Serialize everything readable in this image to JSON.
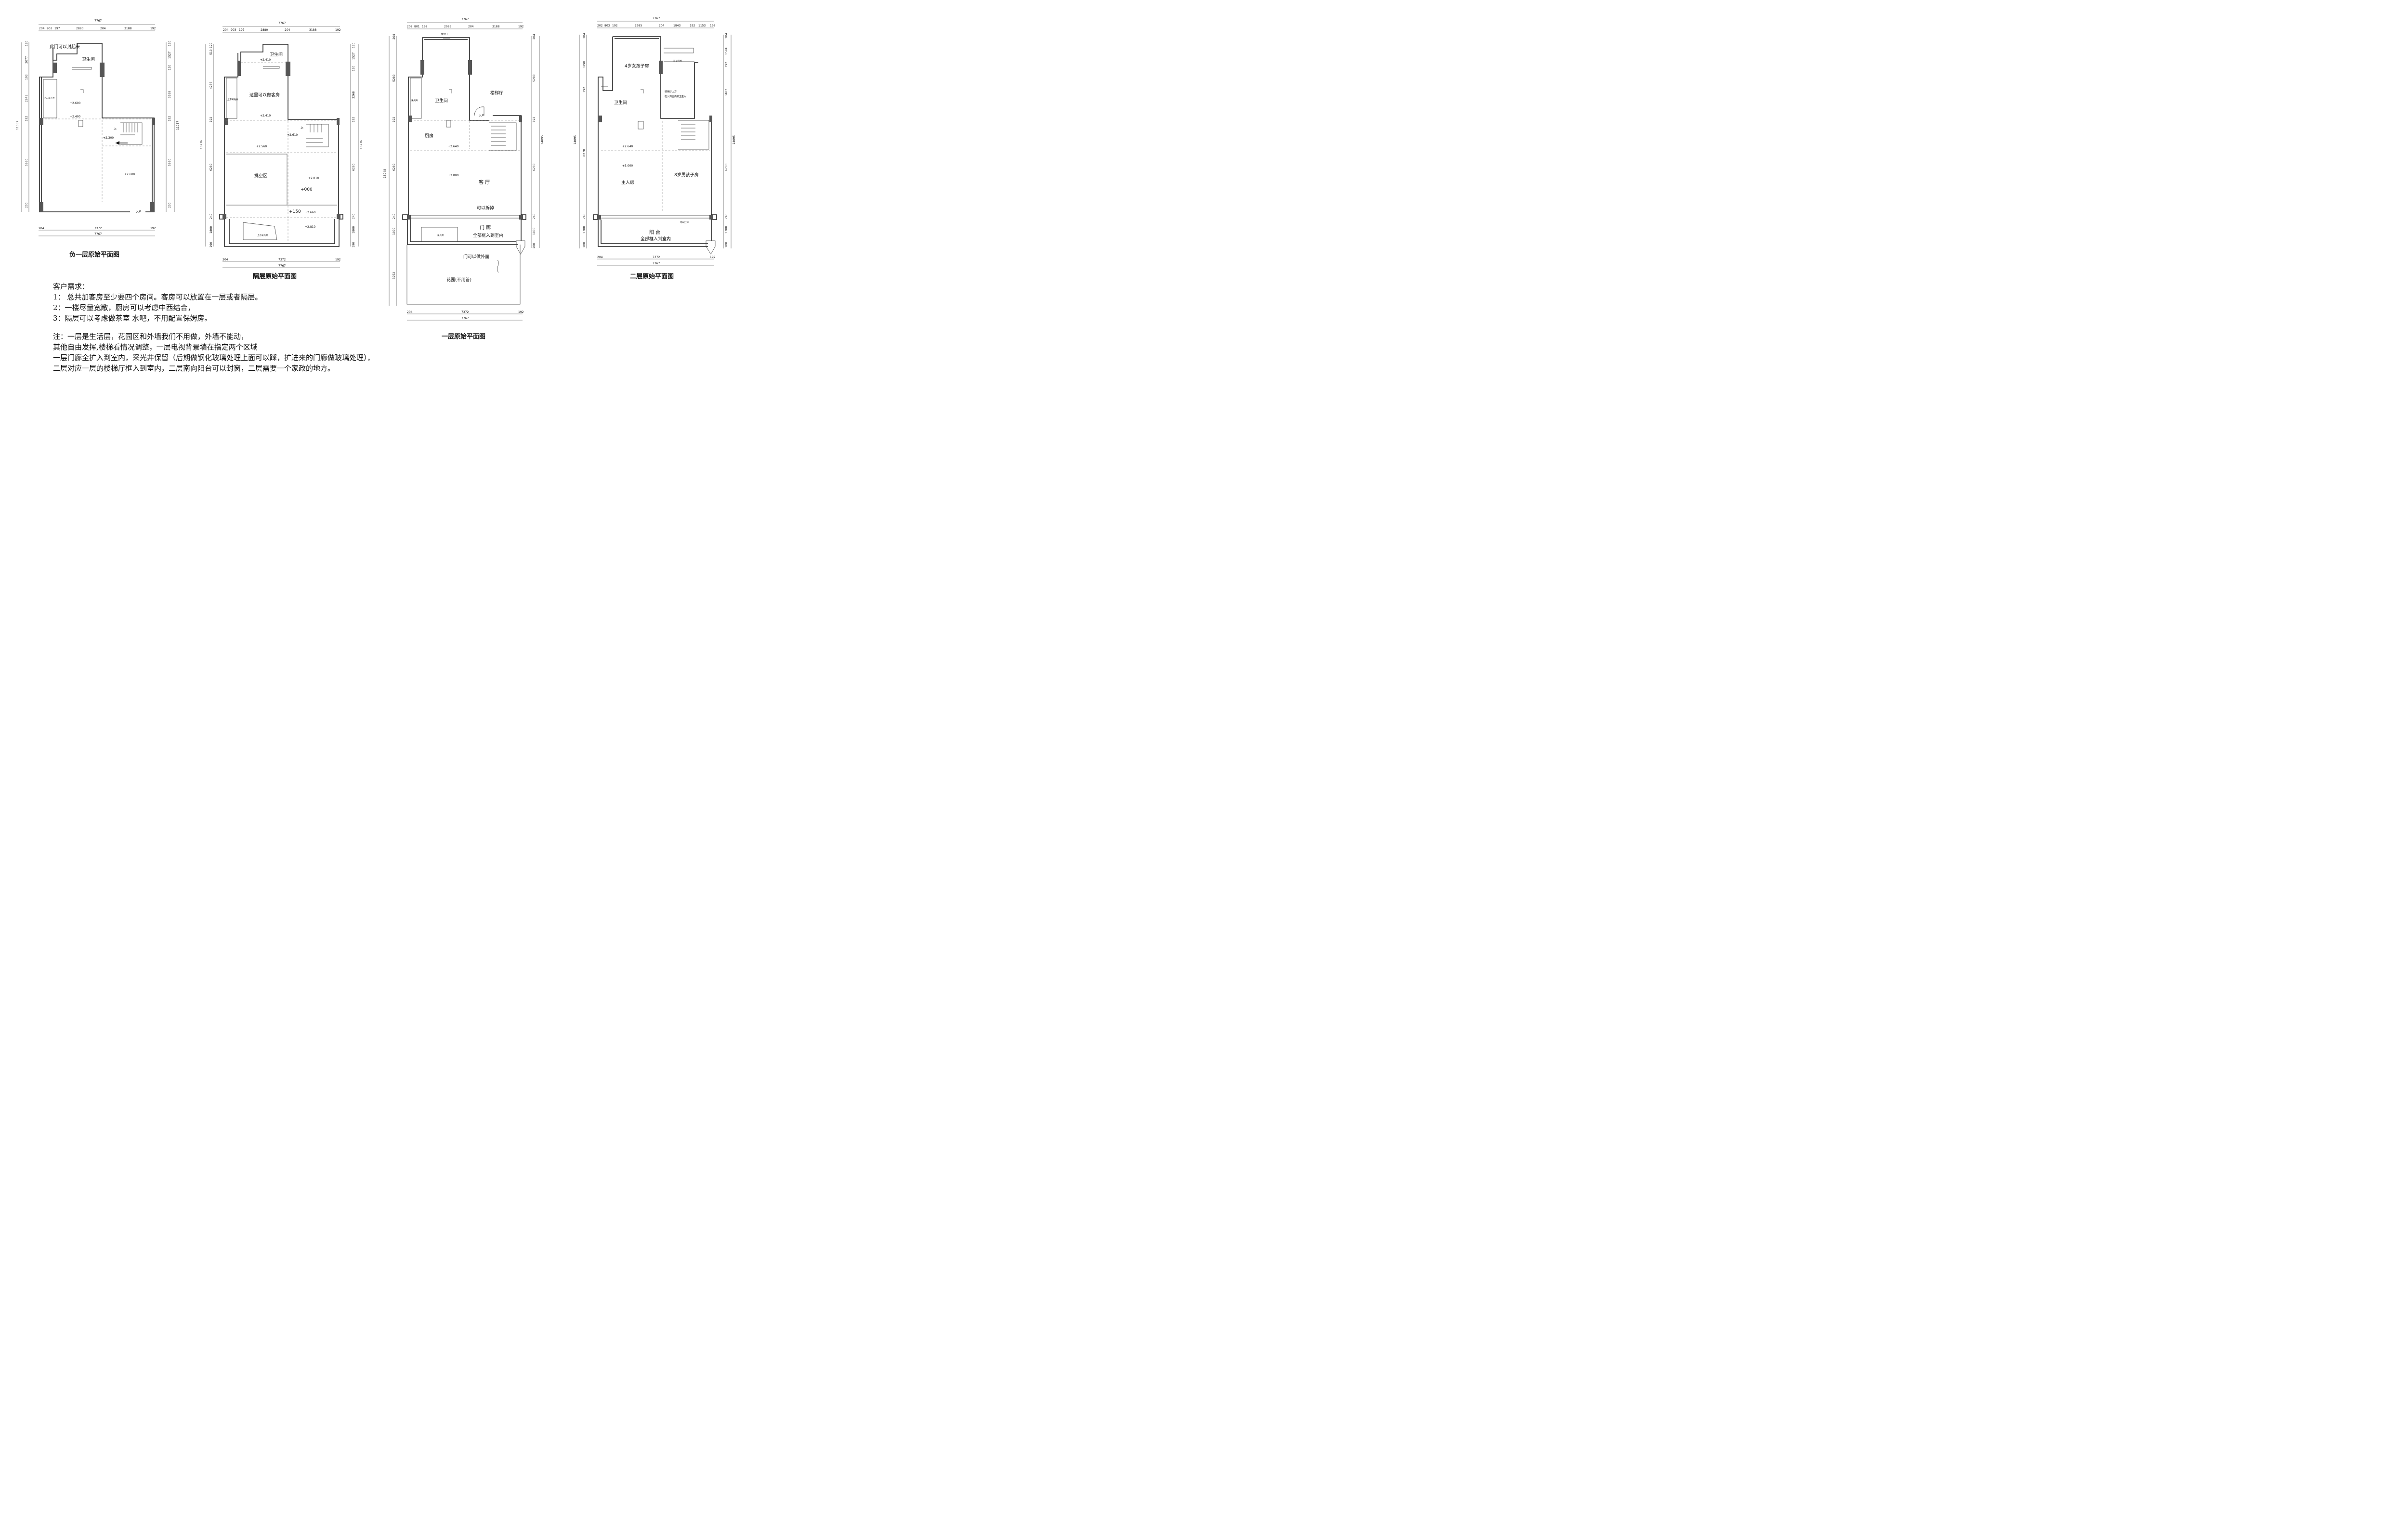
{
  "plans": {
    "b1": {
      "title": "负一层原始平面图",
      "top_total": "7767",
      "top_parts": [
        "204",
        "903",
        "197",
        "2880",
        "204",
        "3188",
        "192"
      ],
      "bottom_parts": [
        "204",
        "7372",
        "192"
      ],
      "bottom_total": "7767",
      "left_total": "11057",
      "left_parts": [
        "120",
        "2077",
        "193",
        "2645",
        "192",
        "5630",
        "200"
      ],
      "right_total": "11057",
      "right_parts": [
        "120",
        "1527",
        "120",
        "3268",
        "192",
        "5630",
        "200"
      ],
      "labels": {
        "door_seal": "此门可以封起来",
        "bathroom": "卫生间",
        "skylight": "上方采光井",
        "elev1": "+2.600",
        "elev2": "+2.400",
        "elev3": "+2.300",
        "elev4": "+2.600",
        "up": "上",
        "entry": "入户"
      }
    },
    "mezz": {
      "title": "隔层原始平面图",
      "top_total": "7767",
      "top_parts": [
        "204",
        "903",
        "197",
        "2880",
        "204",
        "3188",
        "192"
      ],
      "bottom_parts": [
        "204",
        "7372",
        "192"
      ],
      "bottom_total": "7767",
      "left_total": "13736",
      "left_parts": [
        "120",
        "510",
        "4286",
        "192",
        "6280",
        "240",
        "1800",
        "190"
      ],
      "right_total": "13736",
      "right_parts": [
        "120",
        "1527",
        "120",
        "3268",
        "192",
        "6280",
        "240",
        "1800",
        "190"
      ],
      "labels": {
        "bathroom": "卫生间",
        "guest": "这里可以做客房",
        "skylight": "上方采光井",
        "void": "挑空区",
        "e1": "+2.410",
        "e2": "+2.410",
        "e3": "+2.610",
        "e4": "+2.560",
        "e5": "+2.810",
        "e6": "+2.660",
        "e7": "+2.810",
        "zero": "+000",
        "p150": "+150",
        "skylight2": "上方采光井",
        "up": "上"
      }
    },
    "f1": {
      "title": "一层原始平面图",
      "top_total": "7767",
      "top_parts": [
        "202",
        "801",
        "192",
        "2985",
        "204",
        "3188",
        "192"
      ],
      "bottom_parts": [
        "204",
        "7372",
        "192"
      ],
      "bottom_total": "7767",
      "left_total": "18048",
      "left_parts": [
        "204",
        "5280",
        "192",
        "6280",
        "240",
        "1900",
        "3952"
      ],
      "right_total": "14095",
      "right_parts": [
        "204",
        "5280",
        "192",
        "6280",
        "240",
        "1900",
        "200"
      ],
      "labels": {
        "sliding": "推拉门",
        "bathroom": "卫生间",
        "stairhall": "楼梯厅",
        "skylight": "采光井",
        "kitchen": "厨房",
        "living": "客 厅",
        "entry": "入户",
        "e1": "+2.640",
        "e2": "+3.000",
        "demolish": "可以拆掉",
        "porch": "门 廊",
        "porch_note": "全部框入到室内",
        "skylight2": "采光井",
        "door_out": "门可以做外面",
        "garden": "花园(不用管)"
      }
    },
    "f2": {
      "title": "二层原始平面图",
      "top_total": "7767",
      "top_parts": [
        "202",
        "803",
        "192",
        "2985",
        "204",
        "1843",
        "192",
        "1153",
        "192"
      ],
      "bottom_parts": [
        "204",
        "7372",
        "192"
      ],
      "bottom_total": "7767",
      "left_total": "14095",
      "left_parts": [
        "204",
        "3290",
        "192",
        "8270",
        "240",
        "1700",
        "200"
      ],
      "right_total": "14095",
      "right_parts": [
        "204",
        "1594",
        "192",
        "3482",
        "6280",
        "240",
        "1700",
        "200"
      ],
      "labels": {
        "girl": "4岁女孩子房",
        "bathroom": "卫生间",
        "stair_top": "楼梯厅上方",
        "stair_note": "框入到室内做卫生间",
        "openable": "可以打掉",
        "e1": "+2.640",
        "e2": "+3.000",
        "master": "主人房",
        "boy": "8岁男孩子房",
        "balcony": "阳 台",
        "balcony_note": "全部框入到室内",
        "openable2": "可以打掉"
      }
    }
  },
  "requirements": {
    "heading": "客户需求：",
    "items": [
      "1：    总共加客房至少要四个房间。客房可以放置在一层或者隔层。",
      "2：一楼尽量宽敞，厨房可以考虑中西结合，",
      "3：隔层可以考虑做茶室 水吧，不用配置保姆房。"
    ]
  },
  "notes": {
    "lines": [
      "注：一层是生活层，花园区和外墙我们不用做，外墙不能动，",
      "其他自由发挥,楼梯看情况调整，一层电视背景墙在指定两个区域",
      "一层门廊全扩入到室内，采光井保留（后期做钢化玻璃处理上面可以踩，扩进来的门廊做玻璃处理），",
      "二层对应一层的楼梯厅框入到室内，二层南向阳台可以封窗，二层需要一个家政的地方。"
    ]
  }
}
